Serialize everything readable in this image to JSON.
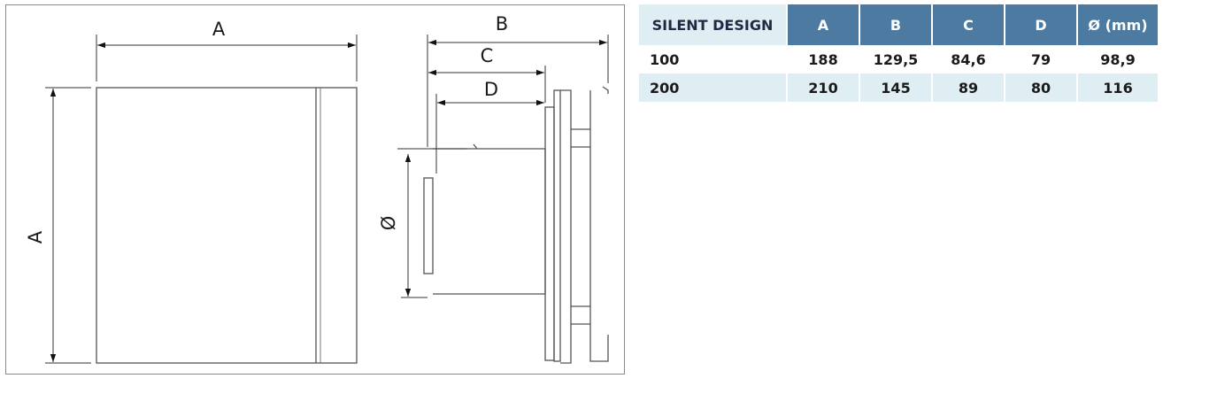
{
  "drawing": {
    "dimension_labels": {
      "front_width": "A",
      "front_height": "A",
      "side_depth": "B",
      "body_depth": "C",
      "duct_depth": "D",
      "duct_diameter": "Ø"
    }
  },
  "table": {
    "headers": [
      "SILENT DESIGN",
      "A",
      "B",
      "C",
      "D",
      "Ø (mm)"
    ],
    "rows": [
      [
        "100",
        "188",
        "129,5",
        "84,6",
        "79",
        "98,9"
      ],
      [
        "200",
        "210",
        "145",
        "89",
        "80",
        "116"
      ]
    ]
  },
  "colors": {
    "header_accent": "#4d7aa1",
    "header_light": "#dfeef2",
    "row_shade": "#dfeef2"
  }
}
